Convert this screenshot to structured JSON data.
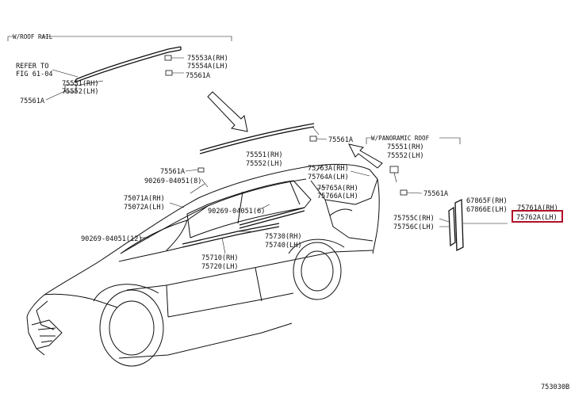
{
  "sections": {
    "roof_rail": "W/ROOF RAIL",
    "panoramic_roof": "W/PANORAMIC ROOF"
  },
  "refer": {
    "line1": "REFER TO",
    "line2": "FIG 61-04"
  },
  "labels": {
    "p75553A_RH": "75553A(RH)",
    "p75554A_LH": "75554A(LH)",
    "p75561A_a": "75561A",
    "p75551_RH_a": "75551(RH)",
    "p75552_LH_a": "75552(LH)",
    "p75561A_b": "75561A",
    "p75561A_c": "75561A",
    "p75551_RH_b": "75551(RH)",
    "p75552_LH_b": "75552(LH)",
    "p75561A_d": "75561A",
    "p90269_8": "90269-04051(8)",
    "p75071A_RH": "75071A(RH)",
    "p75072A_LH": "75072A(LH)",
    "p90269_6": "90269-04051(6)",
    "p90269_12": "90269-04051(12)",
    "p75763A_RH": "75763A(RH)",
    "p75764A_LH": "75764A(LH)",
    "p75765A_RH": "75765A(RH)",
    "p75766A_LH": "75766A(LH)",
    "p75730_RH": "75730(RH)",
    "p75740_LH": "75740(LH)",
    "p75710_RH": "75710(RH)",
    "p75720_LH": "75720(LH)",
    "p75551_RH_c": "75551(RH)",
    "p75552_LH_c": "75552(LH)",
    "p75561A_e": "75561A",
    "p67865F_RH": "67865F(RH)",
    "p67866E_LH": "67866E(LH)",
    "p75761A_RH": "75761A(RH)",
    "p75762A_LH": "75762A(LH)",
    "p75755C_RH": "75755C(RH)",
    "p75756C_LH": "75756C(LH)"
  },
  "highlight": {
    "color": "#b0102a",
    "part": "75762A(LH)"
  },
  "figure_code": "753030B"
}
